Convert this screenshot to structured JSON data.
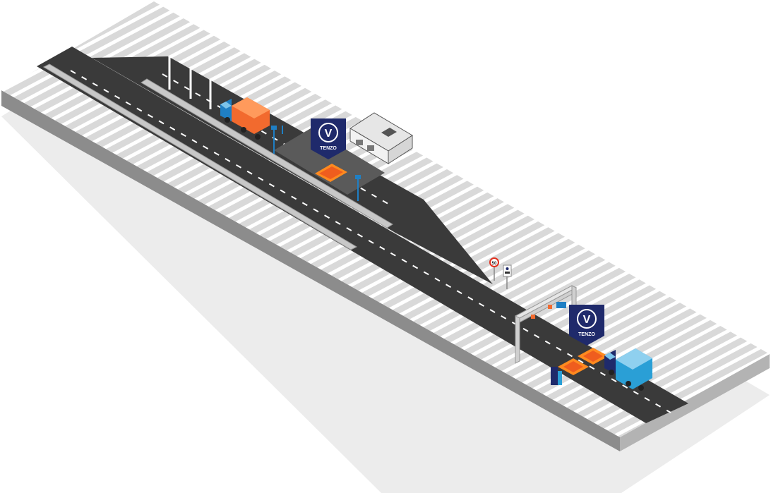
{
  "scene": {
    "brand_badges": [
      {
        "text": "TENZO",
        "glyph": "V"
      },
      {
        "text": "TENZO",
        "glyph": "V"
      }
    ],
    "speed_limit": "50",
    "colors": {
      "background": "#ffffff",
      "ground_top": "#d9d9d9",
      "ground_stripe": "#ffffff",
      "ground_side_front": "#8c8c8c",
      "ground_side_left": "#b3b3b3",
      "shadow": "#ececec",
      "asphalt": "#3a3a3a",
      "lane_marking": "#ffffff",
      "curb": "#c8c8c8",
      "weighbridge_pad": "#ff8a1f",
      "weighbridge_pad_inner": "#e0301e",
      "brand_navy": "#1f2a6b",
      "truck_red_cargo": "#f26a2e",
      "truck_blue_cargo": "#2a9fd6",
      "truck_navy_cab": "#1f2a6b",
      "gantry": "#cfcfcf",
      "sensor_blue": "#1f7fc4",
      "building_wall": "#f2f2f2",
      "building_roof": "#e6e6e6"
    },
    "icons": [
      "truck-red-icon",
      "truck-blue-icon",
      "weigh-office-building-icon",
      "speed-limit-sign-icon",
      "info-sign-icon",
      "scale-gantry-icon",
      "barrier-icon",
      "camera-icon"
    ]
  }
}
